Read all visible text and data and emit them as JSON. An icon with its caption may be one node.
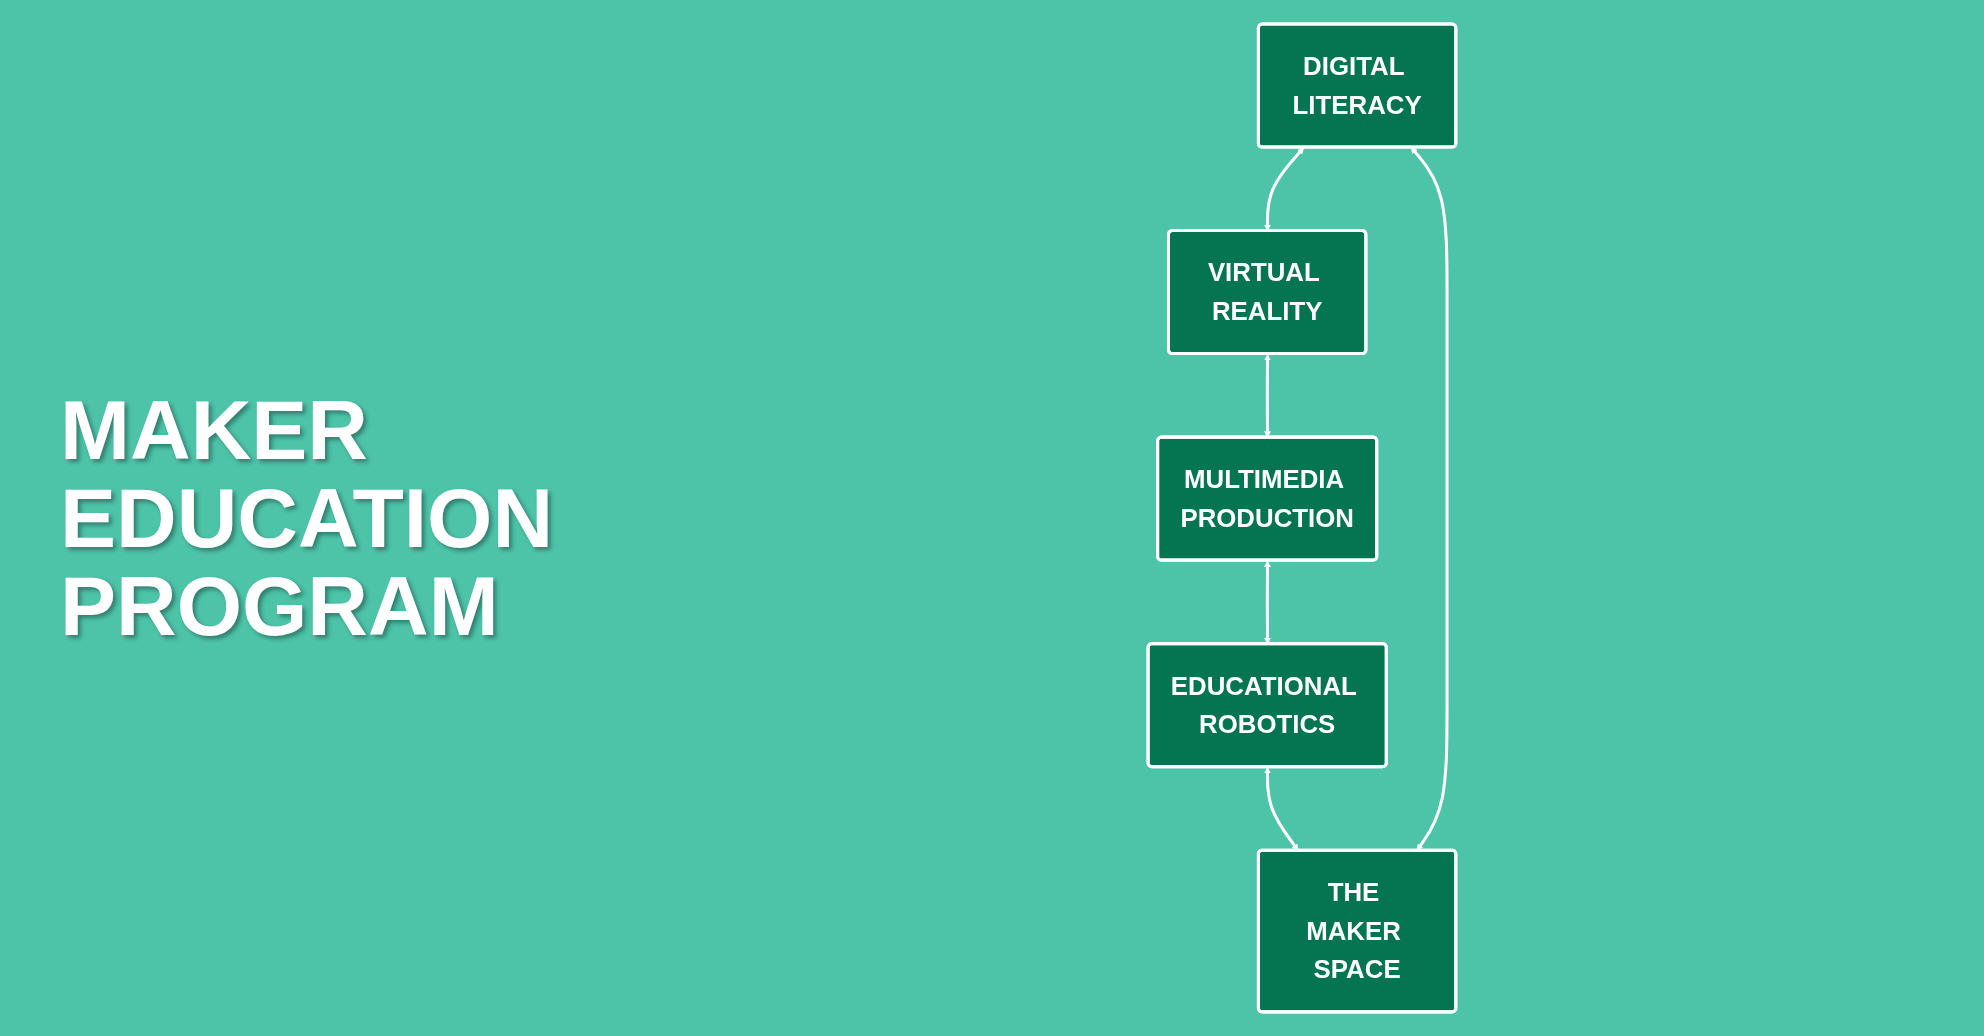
{
  "diagram": {
    "title": "MAKER EDUCATION PROGRAM",
    "nodes": [
      {
        "text": [
          "DIGITAL LITERACY"
        ]
      },
      {
        "text": [
          "VIRTUAL REALITY"
        ]
      },
      {
        "text": [
          "MULTIMEDIA PRODUCTION"
        ]
      },
      {
        "text": [
          "EDUCATIONAL ROBOTICS"
        ]
      },
      {
        "text": [
          "THE MAKER SPACE"
        ]
      }
    ],
    "edges": [
      {
        "from": 0,
        "to": 1,
        "arrow": "both"
      },
      {
        "from": 1,
        "to": 2,
        "arrow": "both"
      },
      {
        "from": 2,
        "to": 3,
        "arrow": "both"
      },
      {
        "from": 3,
        "to": 4,
        "arrow": "both"
      },
      {
        "from": 4,
        "to": 0,
        "arrow": "both"
      }
    ]
  }
}
